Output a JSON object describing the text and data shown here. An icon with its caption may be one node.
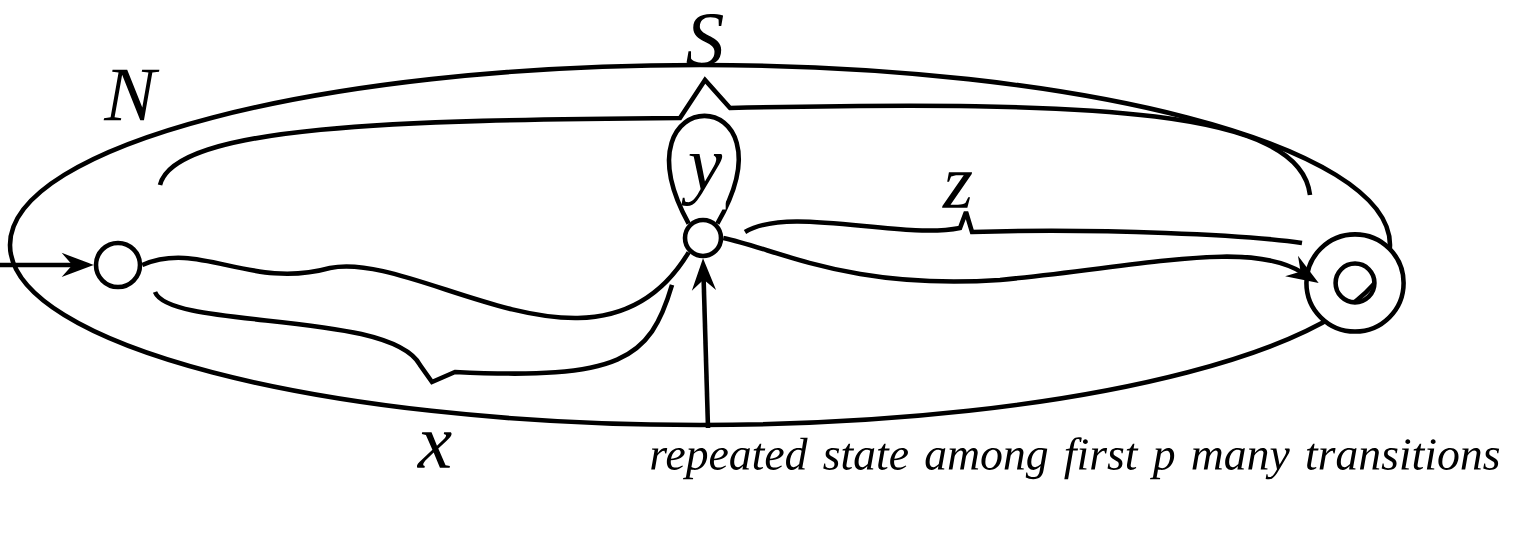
{
  "diagram": {
    "nodes": [
      {
        "text": [
          "N"
        ]
      },
      {
        "text": [],
        "shape": "circle",
        "in": 0
      },
      {
        "text": [],
        "shape": "circle",
        "in": 0
      },
      {
        "text": [],
        "shape": "circle",
        "in": 0
      },
      {
        "text": [
          "repeated state among first p many transitions"
        ]
      }
    ],
    "edges": [
      {
        "from": null,
        "to": 1,
        "arrow": "to"
      },
      {
        "from": 1,
        "to": 2,
        "arrow": "none"
      },
      {
        "from": 2,
        "to": 2,
        "arrow": "none",
        "label": "y"
      },
      {
        "from": 2,
        "to": 3,
        "arrow": "to"
      },
      {
        "from": 4,
        "to": 2,
        "arrow": "to"
      }
    ],
    "labels": [
      "S",
      "x",
      "z"
    ]
  }
}
